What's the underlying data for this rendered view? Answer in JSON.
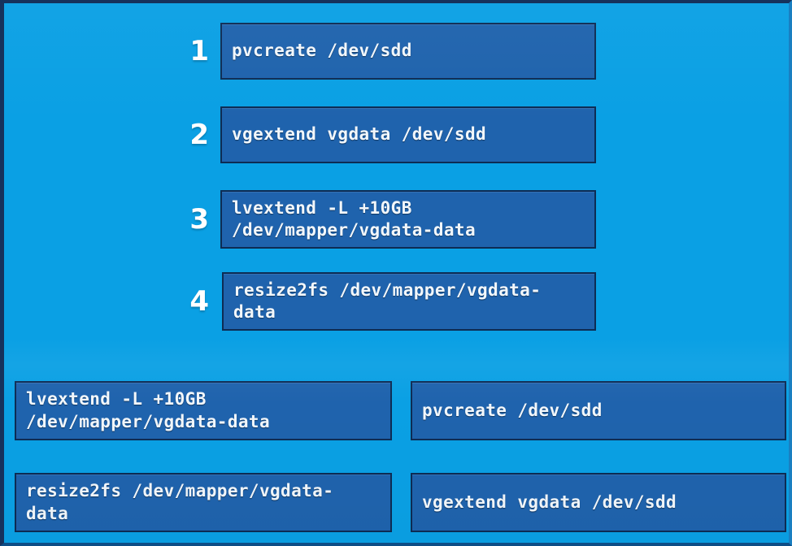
{
  "colors": {
    "background": "#0aa0e4",
    "box_fill": "#1f63ad",
    "box_border": "#0d2c54",
    "text": "#f2f7fb",
    "number": "#ffffff"
  },
  "ordered_steps": {
    "items": [
      {
        "number": "1",
        "command": "pvcreate /dev/sdd"
      },
      {
        "number": "2",
        "command": "vgextend vgdata /dev/sdd"
      },
      {
        "number": "3",
        "command": "lvextend -L +10GB\n/dev/mapper/vgdata-data"
      },
      {
        "number": "4",
        "command": "resize2fs /dev/mapper/vgdata-\ndata"
      }
    ]
  },
  "answer_bank": {
    "items": [
      {
        "command": "lvextend -L +10GB\n/dev/mapper/vgdata-data"
      },
      {
        "command": "resize2fs /dev/mapper/vgdata-\ndata"
      },
      {
        "command": "pvcreate /dev/sdd"
      },
      {
        "command": "vgextend vgdata /dev/sdd"
      }
    ]
  }
}
